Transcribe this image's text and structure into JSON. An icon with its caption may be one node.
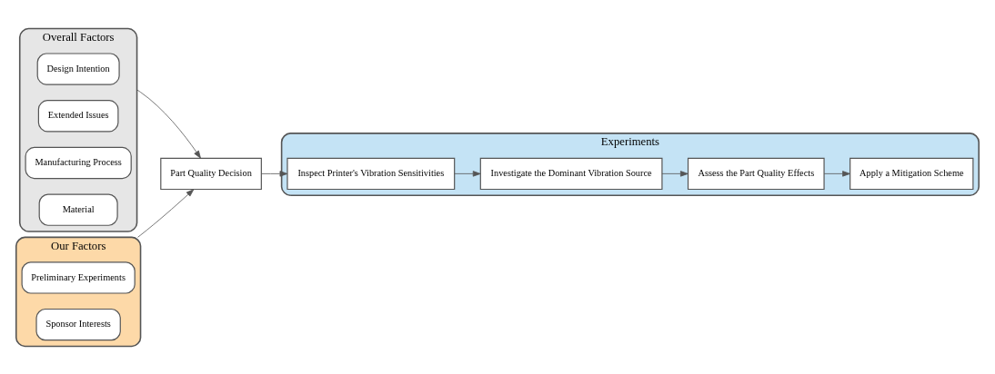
{
  "diagram": {
    "nodes": [
      {
        "text": [
          "Overall Factors"
        ]
      },
      {
        "text": [
          "Design Intention"
        ],
        "in": 0
      },
      {
        "text": [
          "Extended Issues"
        ],
        "in": 0
      },
      {
        "text": [
          "Manufacturing Process"
        ],
        "in": 0
      },
      {
        "text": [
          "Material"
        ],
        "in": 0
      },
      {
        "text": [
          "Our Factors"
        ]
      },
      {
        "text": [
          "Preliminary Experiments"
        ],
        "in": 5
      },
      {
        "text": [
          "Sponsor Interests"
        ],
        "in": 5
      },
      {
        "text": [
          "Part Quality Decision"
        ]
      },
      {
        "text": [
          "Experiments"
        ]
      },
      {
        "text": [
          "Inspect Printer's Vibration Sensitivities"
        ],
        "in": 9
      },
      {
        "text": [
          "Investigate the Dominant Vibration Source"
        ],
        "in": 9
      },
      {
        "text": [
          "Assess the Part Quality Effects"
        ],
        "in": 9
      },
      {
        "text": [
          "Apply a Mitigation Scheme"
        ],
        "in": 9
      }
    ],
    "edges": [
      {
        "from": 0,
        "to": 8,
        "arrow": "to"
      },
      {
        "from": 5,
        "to": 8,
        "arrow": "to"
      },
      {
        "from": 8,
        "to": 10,
        "arrow": "to"
      },
      {
        "from": 10,
        "to": 11,
        "arrow": "to"
      },
      {
        "from": 11,
        "to": 12,
        "arrow": "to"
      },
      {
        "from": 12,
        "to": 13,
        "arrow": "to"
      }
    ]
  }
}
